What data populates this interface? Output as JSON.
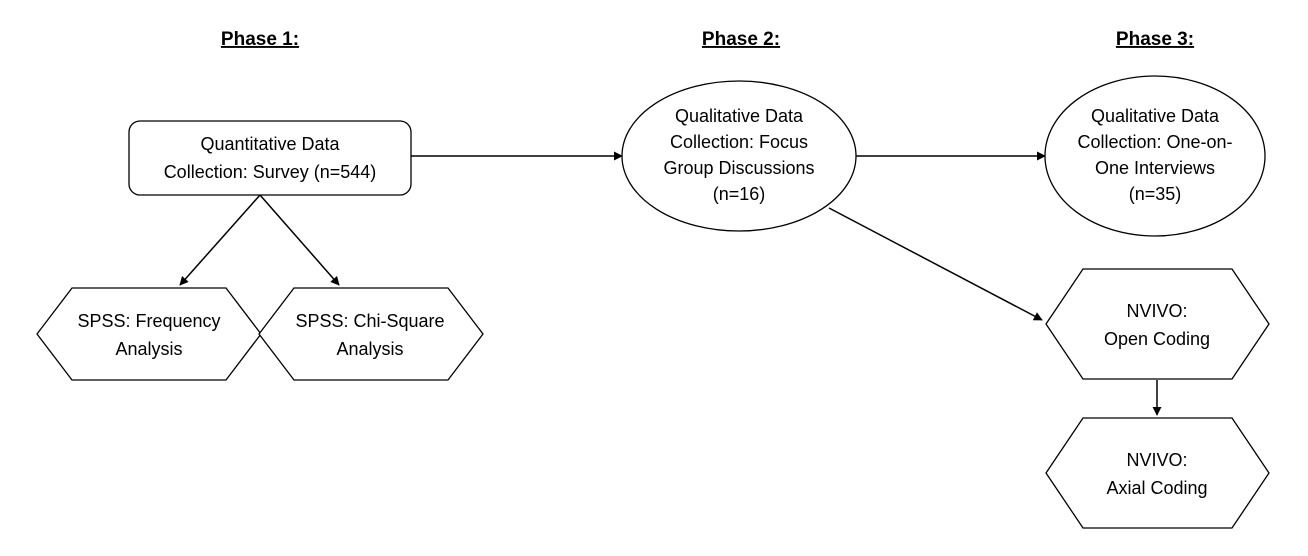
{
  "phases": [
    {
      "title": "Phase 1:"
    },
    {
      "title": "Phase 2:"
    },
    {
      "title": "Phase 3:"
    }
  ],
  "nodes": {
    "survey": {
      "lines": [
        "Quantitative Data",
        "Collection: Survey (n=544)"
      ]
    },
    "focus": {
      "lines": [
        "Qualitative Data",
        "Collection: Focus",
        "Group Discussions",
        "(n=16)"
      ]
    },
    "interviews": {
      "lines": [
        "Qualitative Data",
        "Collection: One-on-",
        "One Interviews",
        "(n=35)"
      ]
    },
    "frequency": {
      "lines": [
        "SPSS: Frequency",
        "Analysis"
      ]
    },
    "chisquare": {
      "lines": [
        "SPSS: Chi-Square",
        "Analysis"
      ]
    },
    "open_coding": {
      "lines": [
        "NVIVO:",
        "Open Coding"
      ]
    },
    "axial_coding": {
      "lines": [
        "NVIVO:",
        "Axial Coding"
      ]
    }
  },
  "edges": [
    {
      "from": "survey",
      "to": "focus"
    },
    {
      "from": "focus",
      "to": "interviews"
    },
    {
      "from": "survey",
      "to": "frequency"
    },
    {
      "from": "survey",
      "to": "chisquare"
    },
    {
      "from": "focus",
      "to": "open_coding"
    },
    {
      "from": "open_coding",
      "to": "axial_coding"
    }
  ],
  "colors": {
    "stroke": "#000000",
    "fill": "#ffffff",
    "text": "#000000"
  }
}
